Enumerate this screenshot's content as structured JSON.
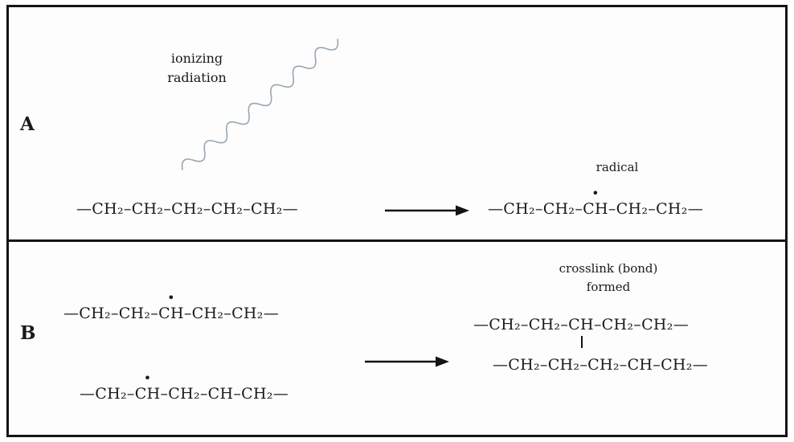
{
  "symbols": {
    "radical_dot": "•"
  },
  "panel_a": {
    "label": "A",
    "radiation_label": "ionizing\nradiation",
    "reactant": "—CH₂–CH₂–CH₂–CH₂–CH₂—",
    "radical_label": "radical",
    "product": {
      "pre": "—CH₂–CH₂–",
      "radical_group": "CH",
      "post": "–CH₂–CH₂—"
    }
  },
  "panel_b": {
    "label": "B",
    "reactant1": {
      "pre": "—CH₂–CH₂–",
      "radical_group": "CH",
      "post": "–CH₂–CH₂—"
    },
    "reactant2": {
      "pre": "—CH₂–",
      "radical_group": "CH",
      "post": "–CH₂–CH–CH₂—"
    },
    "crosslink_label": "crosslink (bond)\nformed",
    "product_top": {
      "pre": "—CH₂–CH₂–",
      "bond_group": "CH",
      "post": "–CH₂–CH₂—"
    },
    "product_bottom": "—CH₂–CH₂–CH₂–CH–CH₂—"
  },
  "colors": {
    "ink": "#141414",
    "wave": "#97a6b2"
  }
}
